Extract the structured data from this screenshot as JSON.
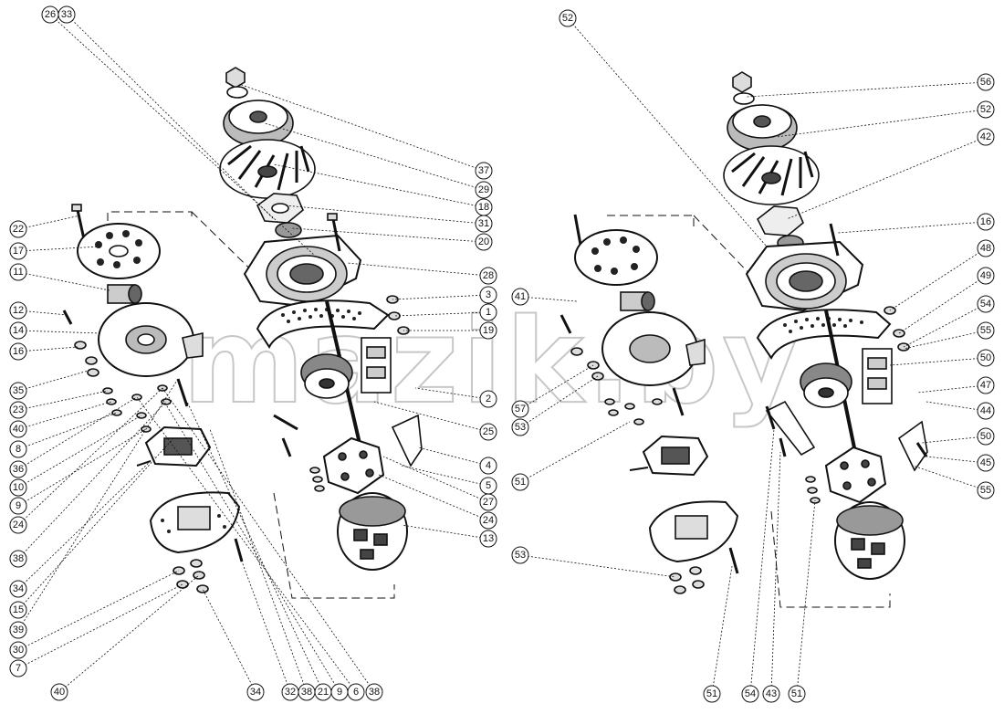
{
  "watermark": "mazik.by",
  "left_callouts": [
    "26",
    "33",
    "37",
    "29",
    "18",
    "31",
    "20",
    "22",
    "17",
    "11",
    "12",
    "14",
    "16",
    "35",
    "23",
    "40",
    "8",
    "36",
    "10",
    "9",
    "24",
    "38",
    "34",
    "15",
    "39",
    "30",
    "7",
    "28",
    "3",
    "1",
    "19",
    "2",
    "25",
    "4",
    "5",
    "27",
    "24",
    "13",
    "40",
    "34",
    "32",
    "38",
    "21",
    "9",
    "6",
    "38"
  ],
  "right_callouts": [
    "52",
    "56",
    "52",
    "42",
    "16",
    "48",
    "49",
    "54",
    "55",
    "50",
    "47",
    "44",
    "50",
    "45",
    "55",
    "41",
    "57",
    "53",
    "51",
    "53",
    "51",
    "54",
    "43",
    "51"
  ],
  "colors": {
    "ink": "#111111",
    "watermark": "#9a9a9a"
  }
}
